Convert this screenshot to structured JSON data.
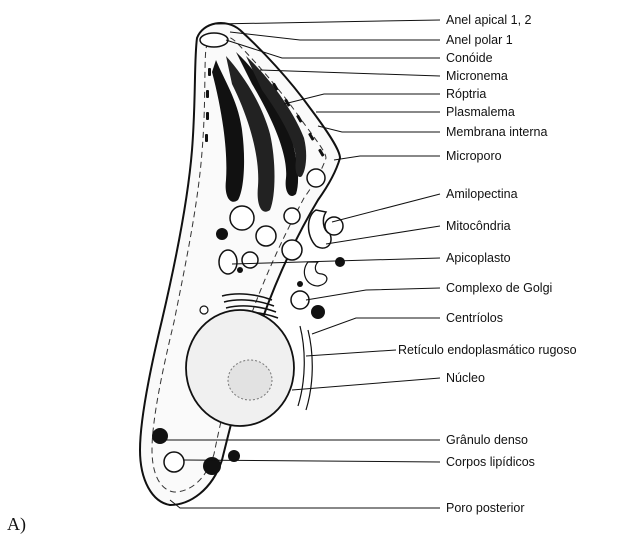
{
  "panel_letter": "A)",
  "labels": [
    {
      "id": "apical-ring",
      "text": "Anel apical 1, 2"
    },
    {
      "id": "polar-ring",
      "text": "Anel polar 1"
    },
    {
      "id": "conoid",
      "text": "Conóide"
    },
    {
      "id": "microneme",
      "text": "Micronema"
    },
    {
      "id": "rhoptry",
      "text": "Róptria"
    },
    {
      "id": "plasmalemma",
      "text": "Plasmalema"
    },
    {
      "id": "inner-membrane",
      "text": "Membrana interna"
    },
    {
      "id": "micropore",
      "text": "Microporo"
    },
    {
      "id": "amylopectin",
      "text": "Amilopectina"
    },
    {
      "id": "mitochondrion",
      "text": "Mitocôndria"
    },
    {
      "id": "apicoplast",
      "text": "Apicoplasto"
    },
    {
      "id": "golgi",
      "text": "Complexo de Golgi"
    },
    {
      "id": "centrioles",
      "text": "Centríolos"
    },
    {
      "id": "rough-er",
      "text": "Retículo endoplasmático rugoso"
    },
    {
      "id": "nucleus",
      "text": "Núcleo"
    },
    {
      "id": "dense-granule",
      "text": "Grânulo denso"
    },
    {
      "id": "lipid-bodies",
      "text": "Corpos lipídicos"
    },
    {
      "id": "posterior-pore",
      "text": "Poro posterior"
    }
  ]
}
